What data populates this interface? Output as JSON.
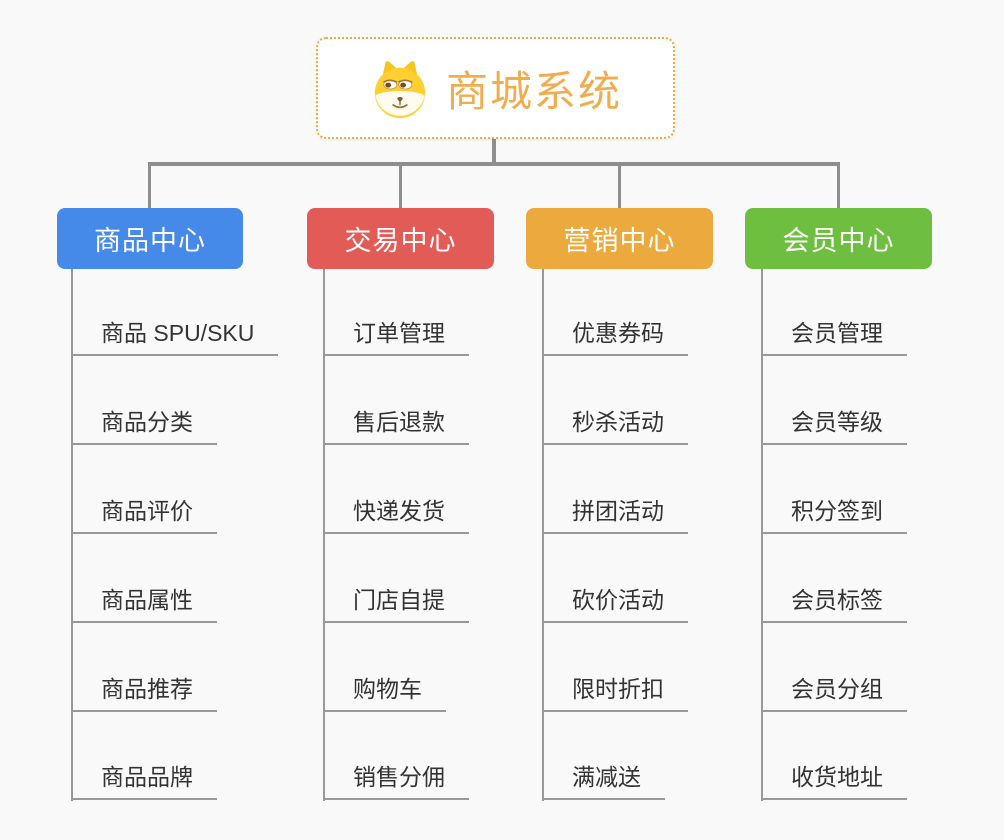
{
  "root": {
    "title": "商城系统"
  },
  "branches": [
    {
      "label": "商品中心",
      "color": "#4589E9",
      "children": [
        "商品 SPU/SKU",
        "商品分类",
        "商品评价",
        "商品属性",
        "商品推荐",
        "商品品牌"
      ]
    },
    {
      "label": "交易中心",
      "color": "#E25B57",
      "children": [
        "订单管理",
        "售后退款",
        "快递发货",
        "门店自提",
        "购物车",
        "销售分佣"
      ]
    },
    {
      "label": "营销中心",
      "color": "#EBA93E",
      "children": [
        "优惠券码",
        "秒杀活动",
        "拼团活动",
        "砍价活动",
        "限时折扣",
        "满减送"
      ]
    },
    {
      "label": "会员中心",
      "color": "#6EBE40",
      "children": [
        "会员管理",
        "会员等级",
        "积分签到",
        "会员标签",
        "会员分组",
        "收货地址"
      ]
    }
  ],
  "theme": {
    "background": "#F9F9F9",
    "root_text_color": "#F0AD4E",
    "root_border_color": "#F1A93C",
    "connector_color": "#8E8E8E",
    "child_line_color": "#999999",
    "child_text_color": "#333333"
  }
}
